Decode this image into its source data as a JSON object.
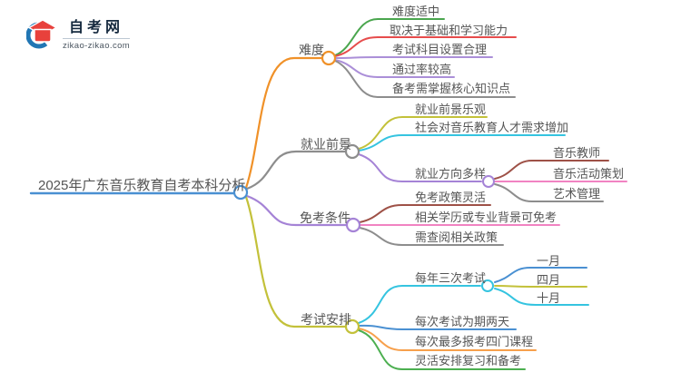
{
  "logo": {
    "site_name": "自考网",
    "site_url": "zikao-zikao.com"
  },
  "root": {
    "label": "2025年广东音乐教育自考本科分析"
  },
  "branches": [
    {
      "label": "难度",
      "children": [
        {
          "label": "难度适中"
        },
        {
          "label": "取决于基础和学习能力"
        },
        {
          "label": "考试科目设置合理"
        },
        {
          "label": "通过率较高"
        },
        {
          "label": "备考需掌握核心知识点"
        }
      ]
    },
    {
      "label": "就业前景",
      "children": [
        {
          "label": "就业前景乐观"
        },
        {
          "label": "社会对音乐教育人才需求增加"
        },
        {
          "label": "就业方向多样",
          "children": [
            {
              "label": "音乐教师"
            },
            {
              "label": "音乐活动策划"
            },
            {
              "label": "艺术管理"
            }
          ]
        }
      ]
    },
    {
      "label": "免考条件",
      "children": [
        {
          "label": "免考政策灵活"
        },
        {
          "label": "相关学历或专业背景可免考"
        },
        {
          "label": "需查阅相关政策"
        }
      ]
    },
    {
      "label": "考试安排",
      "children": [
        {
          "label": "每年三次考试",
          "children": [
            {
              "label": "一月"
            },
            {
              "label": "四月"
            },
            {
              "label": "十月"
            }
          ]
        },
        {
          "label": "每次考试为期两天"
        },
        {
          "label": "每次最多报考四门课程"
        },
        {
          "label": "灵活安排复习和备考"
        }
      ]
    }
  ],
  "palette": {
    "blue": "#4a90d2",
    "orange": "#f09128",
    "gray": "#8d8d8d",
    "purple": "#a583d6",
    "lavender": "#ab8fd8",
    "olive": "#c3c13a",
    "green": "#4aa64e",
    "red": "#e64c4c",
    "cyan": "#35c4e0",
    "brown": "#9e5147",
    "pink": "#f183c2",
    "orangeLight": "#f7a04c",
    "greenLight": "#4caf50",
    "text": "#555555",
    "logoBlue": "#2176b4",
    "logoRed": "#e8413c"
  }
}
